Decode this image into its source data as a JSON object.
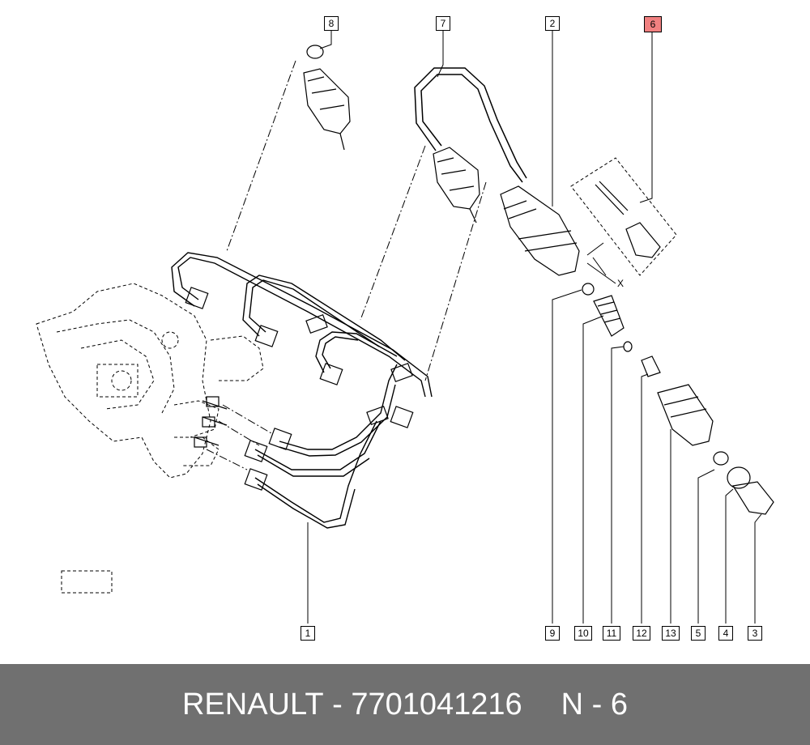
{
  "callouts": [
    "8",
    "7",
    "2",
    "6",
    "9",
    "10",
    "11",
    "12",
    "13",
    "5",
    "4",
    "3",
    "1"
  ],
  "highlighted_callout": "6",
  "highlight_color": "#f08080",
  "marker_x": "X",
  "footer": {
    "brand": "RENAULT",
    "separator": " - ",
    "part_number": "7701041216",
    "position": "N - 6"
  },
  "footer_bg": "#707070"
}
